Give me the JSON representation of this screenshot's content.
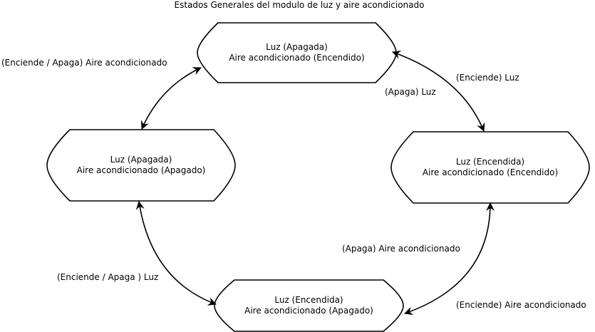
{
  "title": "Estados Generales del modulo de luz y aire acondicionado",
  "states": {
    "top": {
      "line1": "Luz (Apagada)",
      "line2": "Aire acondicionado (Encendido)"
    },
    "left": {
      "line1": "Luz (Apagada)",
      "line2": "Aire acondicionado (Apagado)"
    },
    "right": {
      "line1": "Luz (Encendida)",
      "line2": "Aire acondicionado (Encendido)"
    },
    "bottom": {
      "line1": "Luz (Encendida)",
      "line2": "Aire acondicionado (Apagado)"
    }
  },
  "transitions": {
    "top_left": "(Enciende / Apaga) Aire acondicionado",
    "top_right_a": "(Enciende) Luz",
    "top_right_b": "(Apaga) Luz",
    "left_bottom": "(Enciende / Apaga ) Luz",
    "right_bottom_a": "(Apaga) Aire acondicionado",
    "right_bottom_b": "(Enciende) Aire acondicionado"
  },
  "colors": {
    "stroke": "#000000",
    "fill": "#ffffff"
  }
}
